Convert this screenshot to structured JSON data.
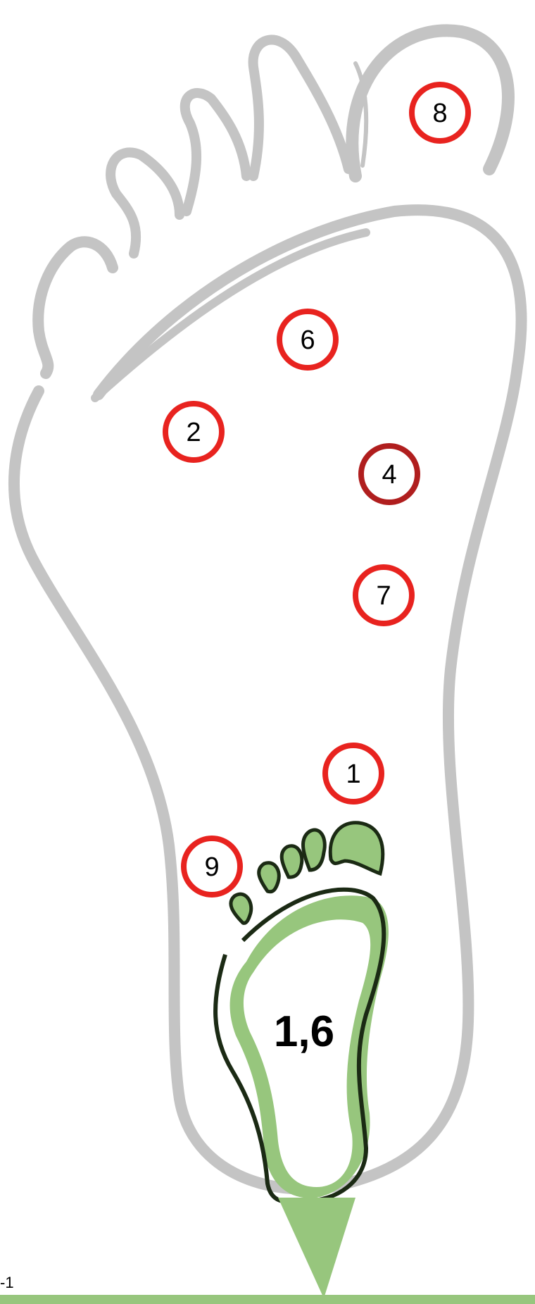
{
  "colors": {
    "outline": "#c4c4c4",
    "marker_ring": "#e8231f",
    "marker_ring_dark": "#b01e1e",
    "small_foot_fill": "#97c67d",
    "small_foot_outline": "#1b2a14",
    "baseline": "#97c67d"
  },
  "diagram": {
    "center_value": "1,6",
    "page_label": "-1",
    "markers": [
      {
        "label": "8",
        "ring": "marker_ring"
      },
      {
        "label": "6",
        "ring": "marker_ring"
      },
      {
        "label": "2",
        "ring": "marker_ring"
      },
      {
        "label": "4",
        "ring": "marker_ring_dark"
      },
      {
        "label": "7",
        "ring": "marker_ring"
      },
      {
        "label": "1",
        "ring": "marker_ring"
      },
      {
        "label": "9",
        "ring": "marker_ring"
      }
    ]
  }
}
